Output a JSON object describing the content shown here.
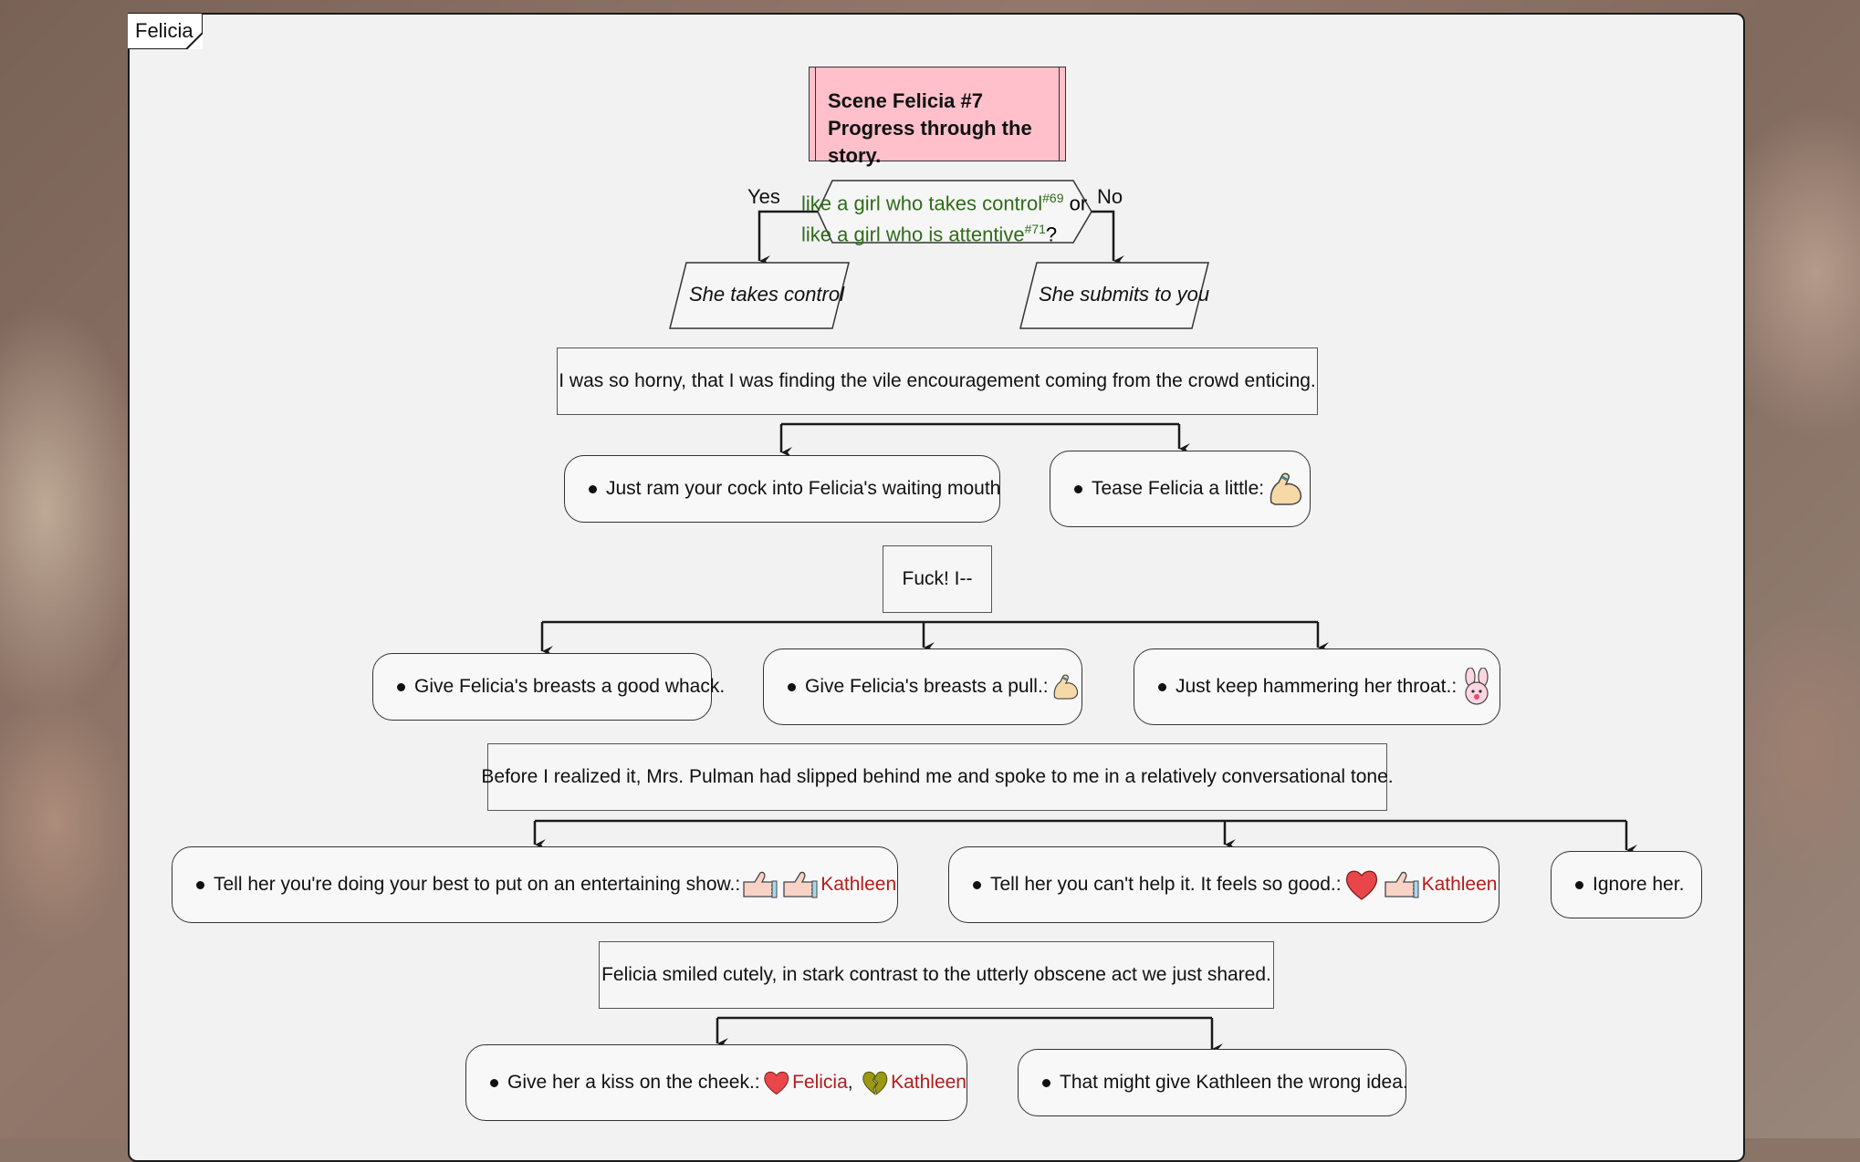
{
  "frame": {
    "title": "Felicia"
  },
  "scene": {
    "line1": "Scene Felicia #7",
    "line2": "Progress through the story."
  },
  "condition": {
    "yes_label": "Yes",
    "no_label": "No",
    "part1": "like a girl who takes control",
    "ref1": "#69",
    "joiner": "or",
    "part2": "like a girl who is attentive",
    "ref2": "#71",
    "end": "?"
  },
  "outcomes": {
    "yes": "She takes control",
    "no": "She submits to you"
  },
  "steps": [
    {
      "text": "I was so horny, that I was finding the vile encouragement coming from the crowd enticing."
    },
    {
      "text": "Fuck! I--"
    },
    {
      "text": "Before I realized it, Mrs. Pulman had slipped behind me and spoke to me in a relatively conversational tone."
    },
    {
      "text": "Felicia smiled cutely, in stark contrast to the utterly obscene act we just shared."
    }
  ],
  "choices_1": [
    {
      "text": "Just ram your cock into Felicia's waiting mouth",
      "icons": []
    },
    {
      "text": "Tease Felicia a little:",
      "icons": [
        "flexed-arm-icon"
      ]
    }
  ],
  "choices_2": [
    {
      "text": "Give Felicia's breasts a good whack.",
      "icons": []
    },
    {
      "text": "Give Felicia's breasts a pull.:",
      "icons": [
        "flexed-arm-icon"
      ]
    },
    {
      "text": "Just keep hammering her throat.:",
      "icons": [
        "bunny-icon"
      ]
    }
  ],
  "choices_3": [
    {
      "text": "Tell her you're doing your best to put on an entertaining show.:",
      "icons": [
        "thumbs-up-icon",
        "thumbs-up-icon"
      ],
      "names": [
        "Kathleen"
      ]
    },
    {
      "text": "Tell her you can't help it. It feels so good.:",
      "icons": [
        "heart-icon",
        "thumbs-up-icon"
      ],
      "names": [
        "Kathleen"
      ]
    },
    {
      "text": "Ignore her.",
      "icons": []
    }
  ],
  "choices_4": [
    {
      "text": "Give her a kiss on the cheek.:",
      "icons": [
        "heart-icon",
        "broken-heart-icon"
      ],
      "names": [
        "Felicia",
        "Kathleen"
      ],
      "sep": ","
    },
    {
      "text": "That might give Kathleen the wrong idea.",
      "icons": []
    }
  ],
  "colors": {
    "title_fill": "#ffc0cb",
    "condition_text": "#2f6b1a",
    "name_text": "#b41c1c",
    "heart": "#e8464b",
    "broken_heart": "#9a9a12"
  }
}
